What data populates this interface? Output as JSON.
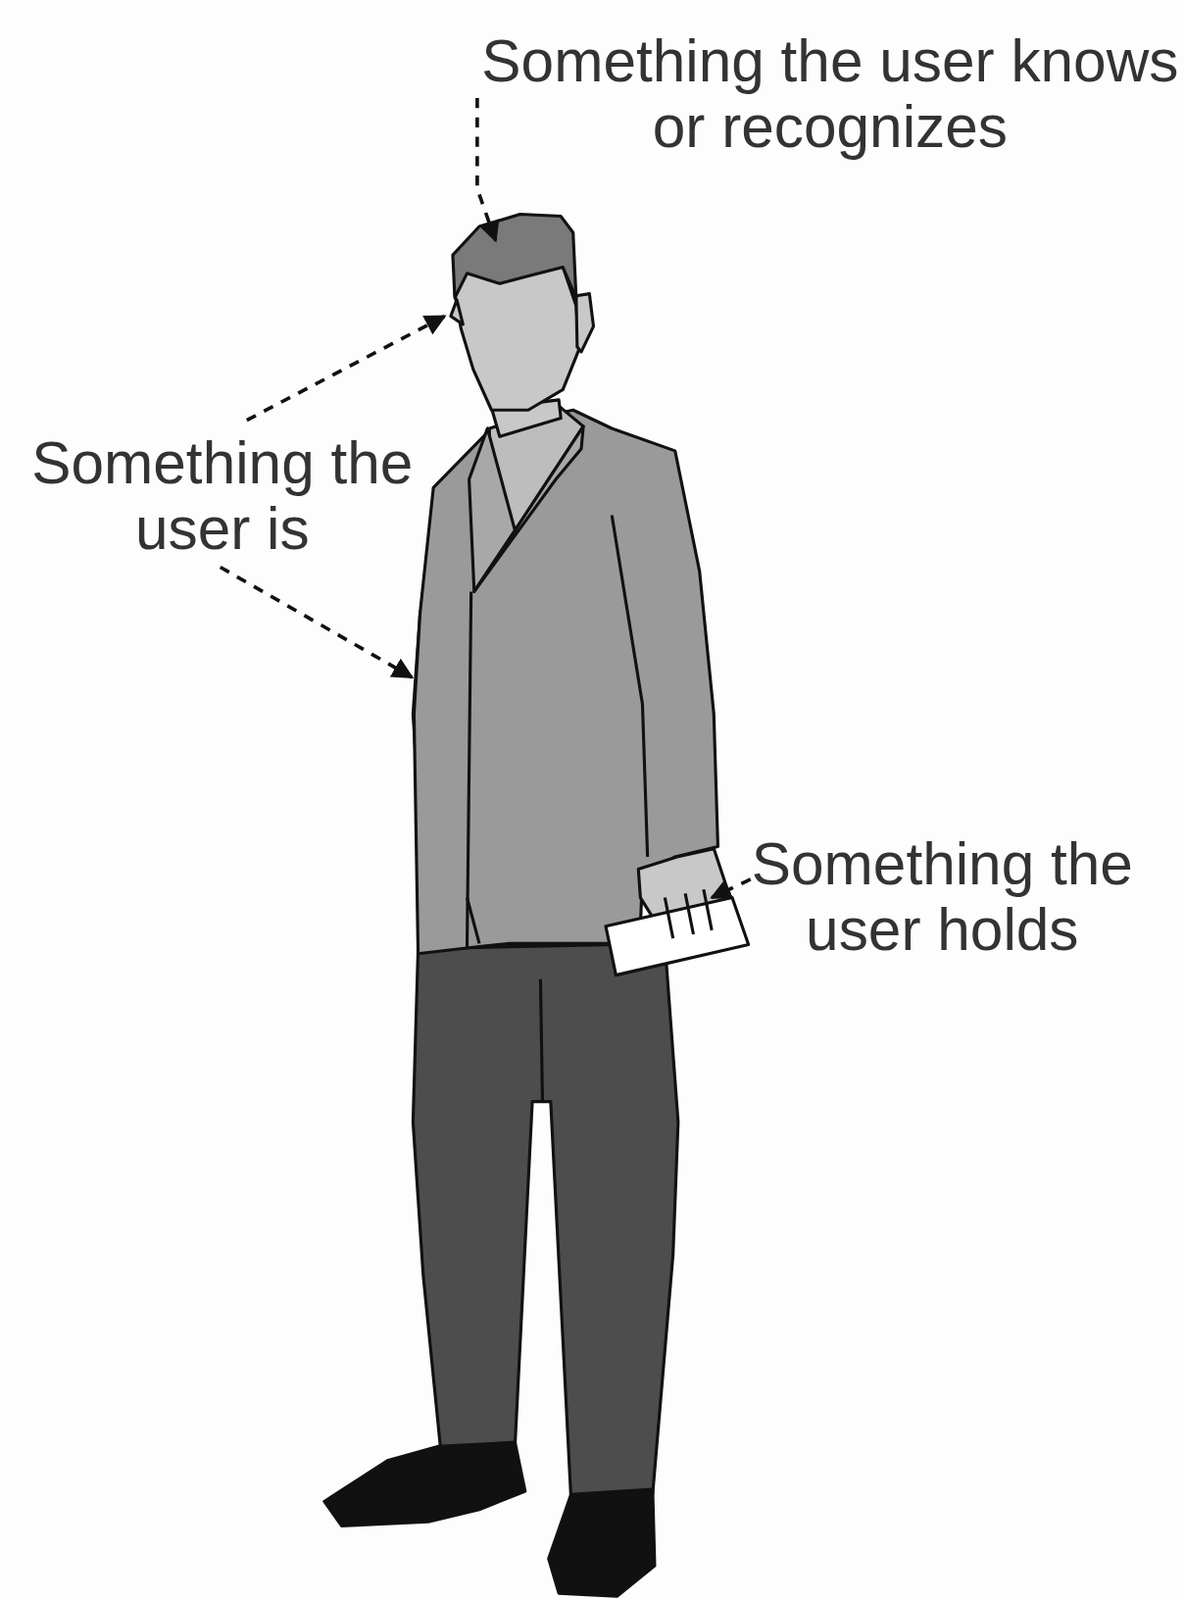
{
  "diagram": {
    "labels": [
      "Something the user knows or recognizes",
      "Something the user is",
      "Something the user holds"
    ]
  }
}
